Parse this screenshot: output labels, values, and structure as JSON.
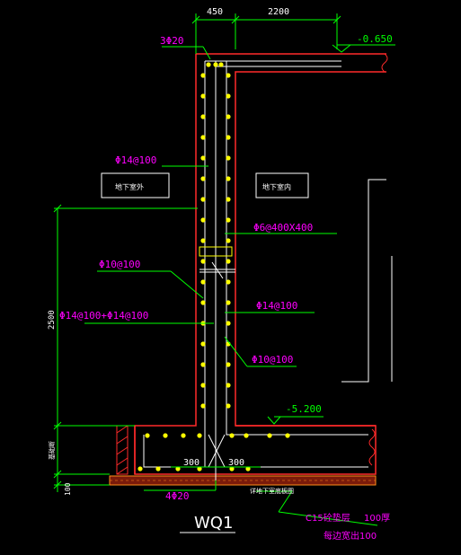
{
  "drawing": {
    "title": "WQ1",
    "colors": {
      "background": "#000000",
      "concrete_outline": "#ff2a2a",
      "rebar_lines": "#ffffff",
      "rebar_dots": "#ffff00",
      "dimension": "#00ff00",
      "annotation_text": "#ff00ff",
      "level_text": "#00ff00",
      "room_label": "#ffffff",
      "leader": "#00ff00",
      "waterproof": "#ff8c1a"
    },
    "dimensions": {
      "top_left": "450",
      "top_right": "2200",
      "left_height": "2500",
      "left_small": "基础断",
      "bottom_left": "300",
      "bottom_right": "300",
      "bottom_edge": "100"
    },
    "levels": {
      "top": "-0.650",
      "bottom": "-5.200"
    },
    "rebar_labels": {
      "top_bars": "3Φ20",
      "outer_vertical": "Φ14@100",
      "tie": "Φ6@400X400",
      "outer_horizontal": "Φ10@100",
      "outer_combined": "Φ14@100+Φ14@100",
      "inner_vertical": "Φ14@100",
      "inner_horizontal": "Φ10@100",
      "bottom_bars": "4Φ20"
    },
    "rooms": {
      "outside": "地下室外",
      "inside": "地下室内"
    },
    "notes": {
      "slab_note": "详地下室底板图",
      "cushion": "C15砼垫层",
      "cushion_thickness": "100厚",
      "cushion_width": "每边宽出100"
    }
  }
}
